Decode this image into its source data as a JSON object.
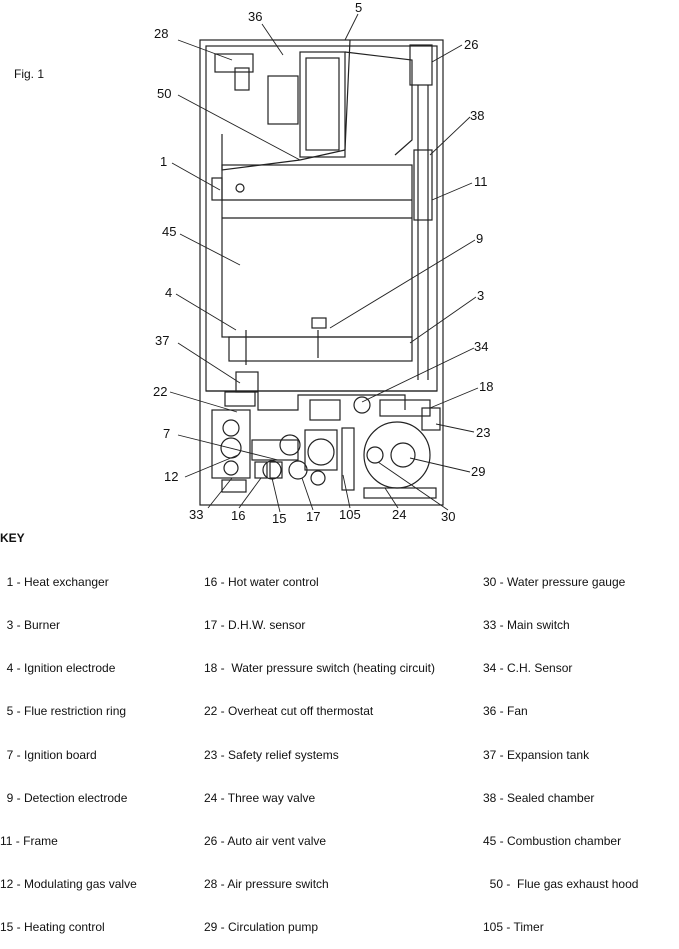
{
  "figure": {
    "label": "Fig. 1"
  },
  "callouts": [
    {
      "id": "36",
      "text": "36"
    },
    {
      "id": "5",
      "text": "5"
    },
    {
      "id": "28",
      "text": "28"
    },
    {
      "id": "26",
      "text": "26"
    },
    {
      "id": "50",
      "text": "50"
    },
    {
      "id": "38",
      "text": "38"
    },
    {
      "id": "1",
      "text": "1"
    },
    {
      "id": "11",
      "text": "11"
    },
    {
      "id": "45",
      "text": "45"
    },
    {
      "id": "9",
      "text": "9"
    },
    {
      "id": "4",
      "text": "4"
    },
    {
      "id": "3",
      "text": "3"
    },
    {
      "id": "37",
      "text": "37"
    },
    {
      "id": "34",
      "text": "34"
    },
    {
      "id": "22",
      "text": "22"
    },
    {
      "id": "18",
      "text": "18"
    },
    {
      "id": "7",
      "text": "7"
    },
    {
      "id": "23",
      "text": "23"
    },
    {
      "id": "12",
      "text": "12"
    },
    {
      "id": "29",
      "text": "29"
    },
    {
      "id": "33",
      "text": "33"
    },
    {
      "id": "16",
      "text": "16"
    },
    {
      "id": "15",
      "text": "15"
    },
    {
      "id": "17",
      "text": "17"
    },
    {
      "id": "105",
      "text": "105"
    },
    {
      "id": "24",
      "text": "24"
    },
    {
      "id": "30",
      "text": "30"
    }
  ],
  "key": {
    "title": "KEY",
    "columns": [
      [
        "  1 - Heat exchanger",
        "  3 - Burner",
        "  4 - Ignition electrode",
        "  5 - Flue restriction ring",
        "  7 - Ignition board",
        "  9 - Detection electrode",
        "11 - Frame",
        "12 - Modulating gas valve",
        "15 - Heating control"
      ],
      [
        "16 - Hot water control",
        "17 - D.H.W. sensor",
        "18 -  Water pressure switch (heating circuit)",
        "22 - Overheat cut off thermostat",
        "23 - Safety relief systems",
        "24 - Three way valve",
        "26 - Auto air vent valve",
        "28 - Air pressure switch",
        "29 - Circulation pump"
      ],
      [
        "30 - Water pressure gauge",
        "33 - Main switch",
        "34 - C.H. Sensor",
        "36 - Fan",
        "37 - Expansion tank",
        "38 - Sealed chamber",
        "45 - Combustion chamber",
        "  50 -  Flue gas exhaust hood",
        "105 - Timer"
      ]
    ]
  }
}
